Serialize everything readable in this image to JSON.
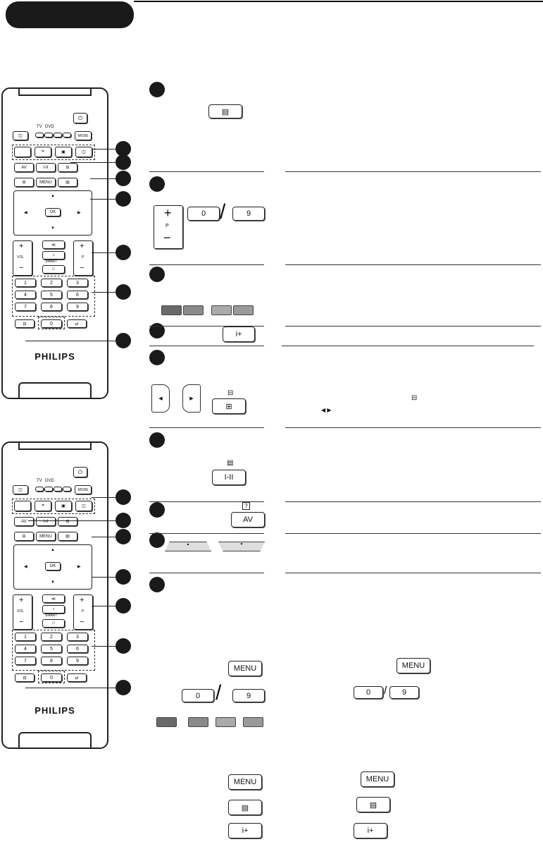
{
  "remote": {
    "brand": "PHILIPS",
    "tv": "TV",
    "dvd": "DVD",
    "mode": "MODE",
    "av": "AV",
    "dual": "I-II",
    "menu": "MENU",
    "ok": "OK",
    "vol": "VOL",
    "p": "P",
    "smart": "SMART",
    "plus": "+",
    "minus": "−",
    "digits": [
      "1",
      "2",
      "3",
      "4",
      "5",
      "6",
      "7",
      "8",
      "9"
    ],
    "zero": "0"
  },
  "sections": {
    "digit_zero": "0",
    "digit_nine": "9",
    "slash": "/",
    "p_label": "P",
    "plus": "+",
    "minus": "−",
    "info_label": "i+",
    "dual_label": "I-II",
    "av_label": "AV",
    "menu_label": "MENU",
    "help_glyph": "?"
  },
  "colors": {
    "red": "#6a6a6a",
    "green": "#8a8a8a",
    "yellow": "#a8a8a8",
    "blue": "#9a9a9a"
  }
}
